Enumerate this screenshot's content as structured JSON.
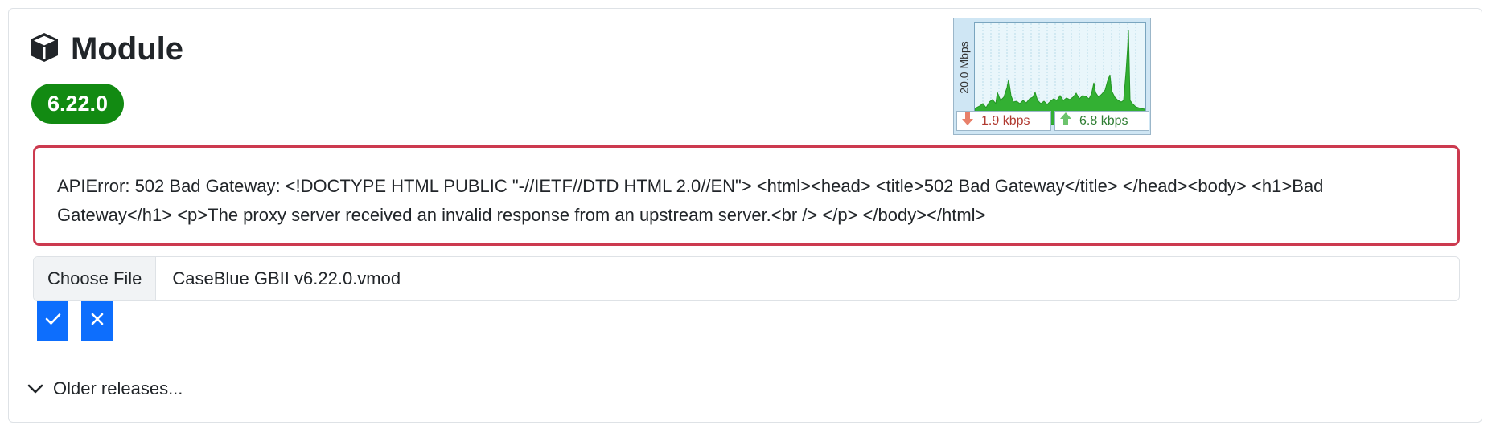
{
  "module": {
    "title": "Module",
    "icon": "cube-icon",
    "version_badge": "6.22.0",
    "badge_color": "#128a12"
  },
  "network_widget": {
    "axis_label": "20.0 Mbps",
    "download": "1.9 kbps",
    "upload": "6.8 kbps",
    "download_icon": "arrow-down-icon",
    "upload_icon": "arrow-up-icon"
  },
  "error": {
    "message": "APIError: 502 Bad Gateway: <!DOCTYPE HTML PUBLIC \"-//IETF//DTD HTML 2.0//EN\"> <html><head> <title>502 Bad Gateway</title> </head><body> <h1>Bad Gateway</h1> <p>The proxy server received an invalid response from an upstream server.<br /> </p> </body></html>",
    "border_color": "#cc3a4f"
  },
  "file_input": {
    "button_label": "Choose File",
    "file_name": "CaseBlue GBII v6.22.0.vmod"
  },
  "actions": {
    "confirm_icon": "check-icon",
    "cancel_icon": "close-icon",
    "button_color": "#0d6efd"
  },
  "older_releases": {
    "label": "Older releases...",
    "icon": "chevron-down-icon"
  }
}
